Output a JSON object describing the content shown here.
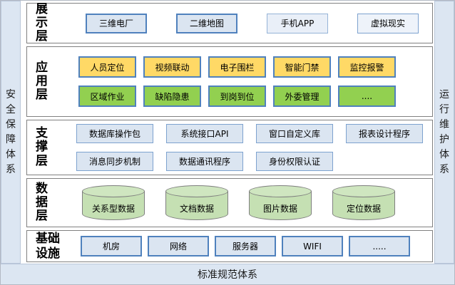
{
  "pillars": {
    "left": "安全保障体系",
    "right": "运行维护体系",
    "bottom": "标准规范体系"
  },
  "layers": [
    {
      "label": "展示层",
      "rows": [
        [
          "三维电厂",
          "二维地图",
          "手机APP",
          "虚拟现实"
        ]
      ]
    },
    {
      "label": "应用层",
      "rows": [
        [
          "人员定位",
          "视频联动",
          "电子围栏",
          "智能门禁",
          "监控报警"
        ],
        [
          "区域作业",
          "缺陷隐患",
          "到岗到位",
          "外委管理",
          "...."
        ]
      ]
    },
    {
      "label": "支撑层",
      "rows": [
        [
          "数据库操作包",
          "系统接口API",
          "窗口自定义库",
          "报表设计程序"
        ],
        [
          "消息同步机制",
          "数据通讯程序",
          "身份权限认证"
        ]
      ]
    },
    {
      "label": "数据层",
      "cylinders": [
        "关系型数据",
        "文档数据",
        "图片数据",
        "定位数据"
      ]
    },
    {
      "label": "基础设施",
      "rows": [
        [
          "机房",
          "网络",
          "服务器",
          "WIFI",
          "....."
        ]
      ]
    }
  ],
  "colors": {
    "pillar_bg": "#dce6f2",
    "layer_border": "#808080",
    "node_blue_fill": "#dbe5f1",
    "node_blue_border": "#4f81bd",
    "node_yellow_fill": "#ffd966",
    "node_green_fill": "#92d050",
    "cylinder_fill": "#c5e0b3",
    "cylinder_border": "#7f7f7f"
  }
}
